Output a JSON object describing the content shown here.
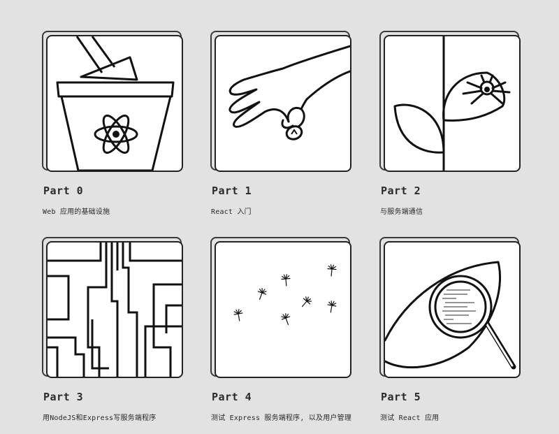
{
  "parts": [
    {
      "title": "Part 0",
      "subtitle": "Web 应用的基础设施",
      "icon": "react-flower-pot-icon"
    },
    {
      "title": "Part 1",
      "subtitle": "React 入门",
      "icon": "hand-holding-seed-icon"
    },
    {
      "title": "Part 2",
      "subtitle": "与服务端通信",
      "icon": "leaf-with-bug-icon"
    },
    {
      "title": "Part 3",
      "subtitle": "用NodeJS和Express写服务端程序",
      "icon": "circuit-board-icon"
    },
    {
      "title": "Part 4",
      "subtitle": "测试 Express 服务端程序, 以及用户管理",
      "icon": "dandelion-seeds-icon"
    },
    {
      "title": "Part 5",
      "subtitle": "测试 React 应用",
      "icon": "magnifier-on-leaf-icon"
    }
  ]
}
